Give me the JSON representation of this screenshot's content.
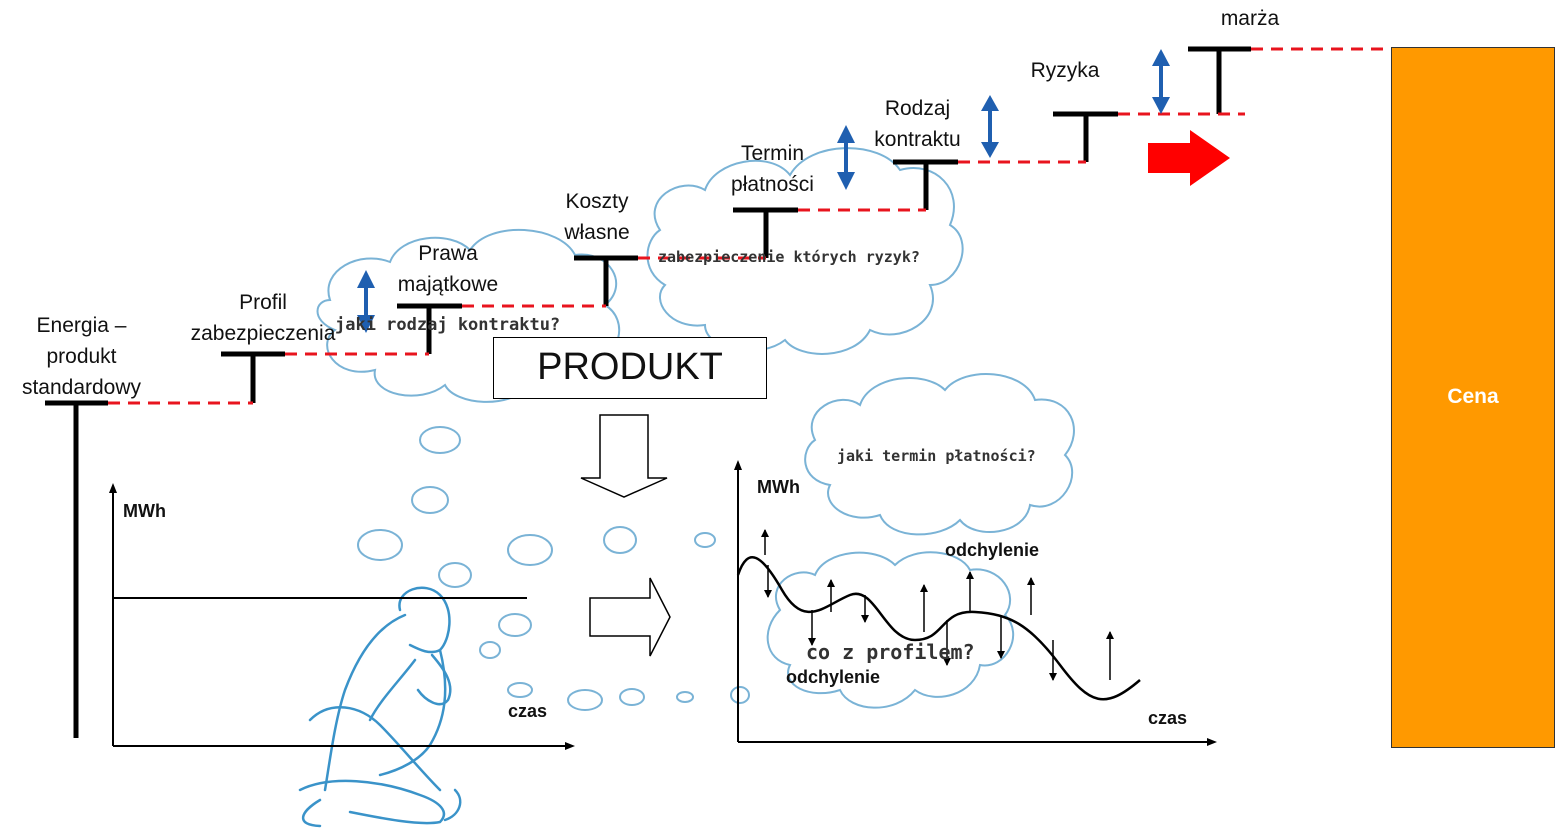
{
  "steps": [
    {
      "label": "Energia –\nprodukt\nstandardowy"
    },
    {
      "label": "Profil\nzabezpieczenia"
    },
    {
      "label": "Prawa\nmajątkowe"
    },
    {
      "label": "Koszty\nwłasne"
    },
    {
      "label": "Termin\npłatności"
    },
    {
      "label": "Rodzaj\nkontraktu"
    },
    {
      "label": "Ryzyka"
    },
    {
      "label": "marża"
    }
  ],
  "produkt": "PRODUKT",
  "cena": "Cena",
  "clouds": {
    "contract": "jaki rodzaj kontraktu?",
    "risks": "zabezpieczenie których ryzyk?",
    "payment": "jaki termin płatności?",
    "profile": "co z profilem?"
  },
  "chart_left": {
    "ylabel": "MWh",
    "xlabel": "czas"
  },
  "chart_right": {
    "ylabel": "MWh",
    "xlabel": "czas",
    "annotation_top": "odchylenie",
    "annotation_bottom": "odchylenie"
  },
  "colors": {
    "stair": "#000000",
    "dashed": "#e8141e",
    "arrow_blue": "#1f5fb0",
    "arrow_red": "#ff0000",
    "cena_fill": "#ff9900",
    "cloud_stroke": "#7ab3d6"
  }
}
